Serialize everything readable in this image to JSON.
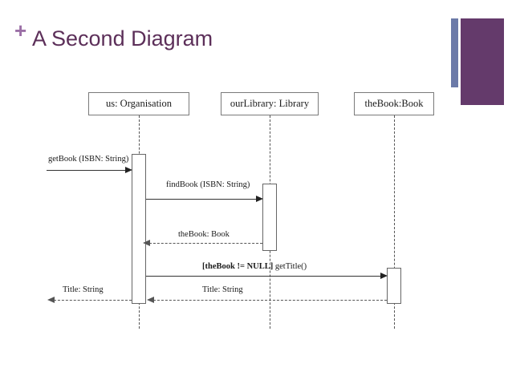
{
  "slide": {
    "title": "A Second Diagram",
    "plus_glyph": "+",
    "title_color": "#5c2f59",
    "plus_color": "#9b6fa6",
    "background": "#ffffff"
  },
  "decorations": {
    "thin_bar_color": "#6b7aa8",
    "block_color": "#643a6b"
  },
  "diagram": {
    "type": "uml-sequence-diagram",
    "participants": [
      {
        "id": "us",
        "label": "us: Organisation"
      },
      {
        "id": "ourLibrary",
        "label": "ourLibrary: Library"
      },
      {
        "id": "theBook",
        "label": "theBook:Book"
      }
    ],
    "messages": [
      {
        "id": "m1",
        "label": "getBook (ISBN: String)",
        "from": "actor",
        "to": "us",
        "style": "solid",
        "direction": "right",
        "guard": ""
      },
      {
        "id": "m2",
        "label": "findBook (ISBN: String)",
        "from": "us",
        "to": "ourLibrary",
        "style": "solid",
        "direction": "right",
        "guard": ""
      },
      {
        "id": "m3",
        "label": "theBook: Book",
        "from": "ourLibrary",
        "to": "us",
        "style": "dashed",
        "direction": "left",
        "guard": ""
      },
      {
        "id": "m4",
        "label": "getTitle()",
        "from": "us",
        "to": "theBook",
        "style": "solid",
        "direction": "right",
        "guard": "[theBook != NULL]"
      },
      {
        "id": "m5",
        "label": "Title: String",
        "from": "theBook",
        "to": "us",
        "style": "dashed",
        "direction": "left",
        "guard": ""
      },
      {
        "id": "m6",
        "label": "Title: String",
        "from": "us",
        "to": "actor",
        "style": "dashed",
        "direction": "left",
        "guard": ""
      }
    ]
  }
}
